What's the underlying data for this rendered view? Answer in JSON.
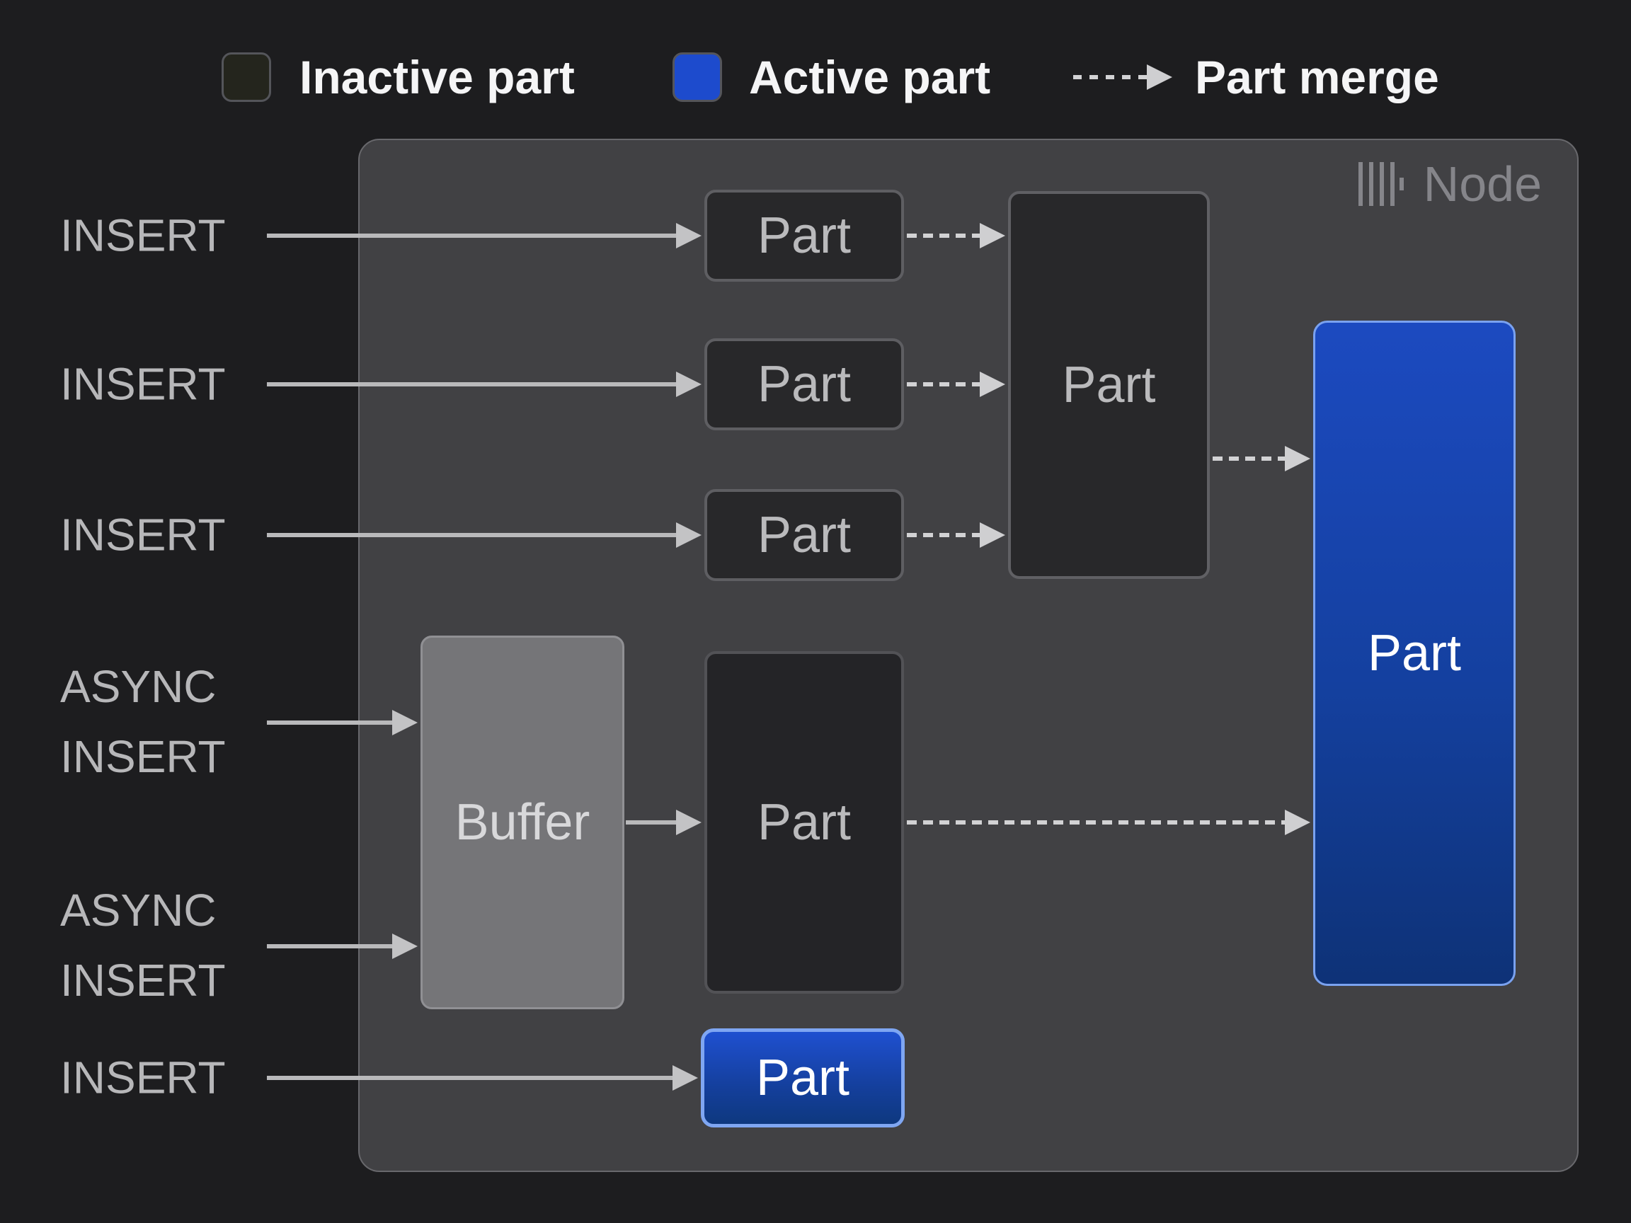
{
  "legend": {
    "inactive_label": "Inactive part",
    "active_label": "Active part",
    "merge_label": "Part merge",
    "inactive_swatch_color": "#24251d",
    "active_swatch_color": "#1d4bcd"
  },
  "node": {
    "title": "Node",
    "icon": "clickhouse-bars-icon"
  },
  "labels": {
    "insert_1": "INSERT",
    "insert_2": "INSERT",
    "insert_3": "INSERT",
    "async_insert_1": "ASYNC INSERT",
    "async_insert_2": "ASYNC INSERT",
    "insert_4": "INSERT"
  },
  "parts": {
    "small_1": "Part",
    "small_2": "Part",
    "small_3": "Part",
    "merged": "Part",
    "buffer": "Buffer",
    "buffered": "Part",
    "active": "Part",
    "bottom_active": "Part"
  },
  "colors": {
    "page_background": "#1d1d1f",
    "node_background": "#414144",
    "inactive_part_fill": "#28282a",
    "buffer_fill": "#757578",
    "active_part_blue": "#1d4bcd",
    "active_part_border": "#7fa6f2",
    "arrow_gray": "#c9c9cb"
  }
}
